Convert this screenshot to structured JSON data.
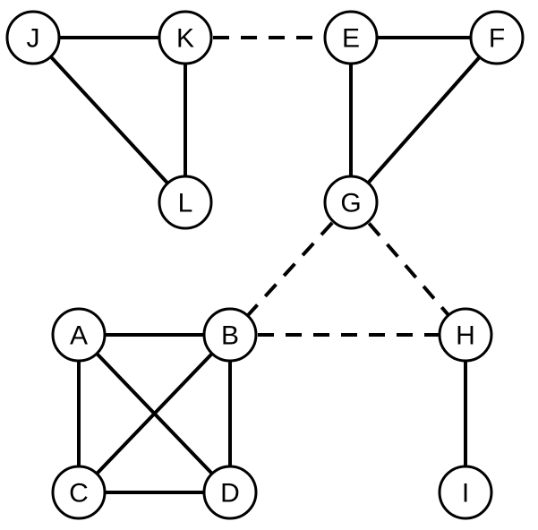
{
  "graph": {
    "nodes": [
      {
        "id": "J",
        "label": "J"
      },
      {
        "id": "K",
        "label": "K"
      },
      {
        "id": "L",
        "label": "L"
      },
      {
        "id": "E",
        "label": "E"
      },
      {
        "id": "F",
        "label": "F"
      },
      {
        "id": "G",
        "label": "G"
      },
      {
        "id": "A",
        "label": "A"
      },
      {
        "id": "B",
        "label": "B"
      },
      {
        "id": "C",
        "label": "C"
      },
      {
        "id": "D",
        "label": "D"
      },
      {
        "id": "H",
        "label": "H"
      },
      {
        "id": "I",
        "label": "I"
      }
    ],
    "edges": [
      {
        "from": "J",
        "to": "K",
        "style": "solid"
      },
      {
        "from": "J",
        "to": "L",
        "style": "solid"
      },
      {
        "from": "K",
        "to": "L",
        "style": "solid"
      },
      {
        "from": "K",
        "to": "E",
        "style": "dashed"
      },
      {
        "from": "E",
        "to": "F",
        "style": "solid"
      },
      {
        "from": "E",
        "to": "G",
        "style": "solid"
      },
      {
        "from": "F",
        "to": "G",
        "style": "solid"
      },
      {
        "from": "G",
        "to": "B",
        "style": "dashed"
      },
      {
        "from": "G",
        "to": "H",
        "style": "dashed"
      },
      {
        "from": "A",
        "to": "B",
        "style": "solid"
      },
      {
        "from": "A",
        "to": "C",
        "style": "solid"
      },
      {
        "from": "A",
        "to": "D",
        "style": "solid"
      },
      {
        "from": "B",
        "to": "C",
        "style": "solid"
      },
      {
        "from": "B",
        "to": "D",
        "style": "solid"
      },
      {
        "from": "C",
        "to": "D",
        "style": "solid"
      },
      {
        "from": "B",
        "to": "H",
        "style": "dashed"
      },
      {
        "from": "H",
        "to": "I",
        "style": "solid"
      }
    ]
  }
}
